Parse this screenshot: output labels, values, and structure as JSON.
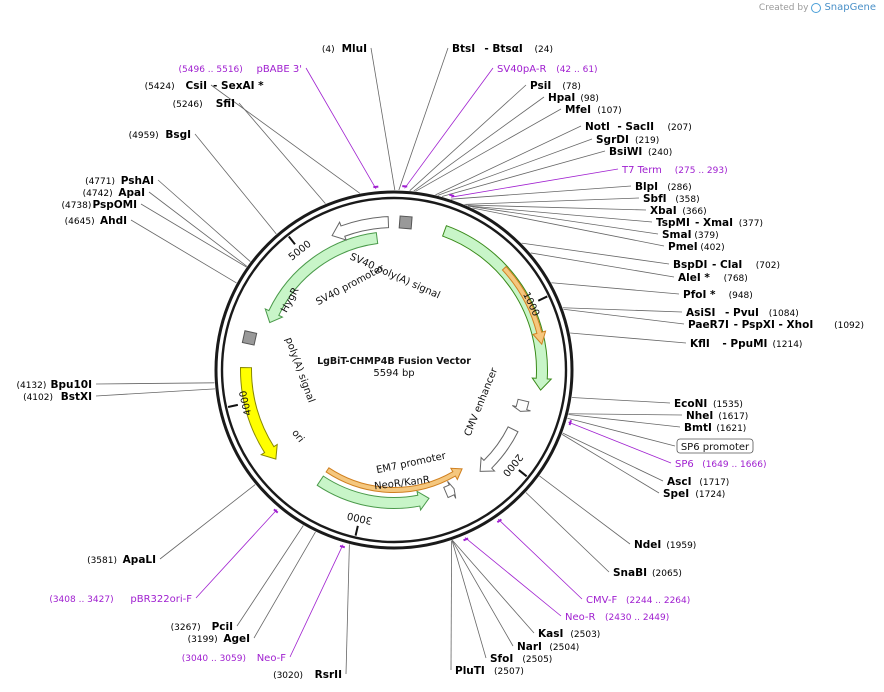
{
  "credit": {
    "prefix": "Created by",
    "brand": "SnapGene"
  },
  "plasmid": {
    "name": "LgBiT-CHMP4B Fusion Vector",
    "length_label": "5594 bp",
    "length": 5594
  },
  "ticks": [
    {
      "pos": 1000,
      "label": "1000"
    },
    {
      "pos": 2000,
      "label": "2000"
    },
    {
      "pos": 3000,
      "label": "3000"
    },
    {
      "pos": 4000,
      "label": "4000"
    },
    {
      "pos": 5000,
      "label": "5000"
    }
  ],
  "features": [
    {
      "id": "hygr",
      "label": "HygR",
      "start": 4520,
      "end": 5480,
      "strand": -1,
      "ring": 2,
      "fill": "#c8f5c8",
      "stroke": "#4a9a4a"
    },
    {
      "id": "sv40-promoter",
      "label": "SV40 promoter",
      "start": 5210,
      "end": 5560,
      "strand": -1,
      "ring": 1,
      "fill": "#ffffff",
      "stroke": "#666666"
    },
    {
      "id": "sv40-polya",
      "label": "SV40 poly(A) signal",
      "start": 30,
      "end": 110,
      "strand": 1,
      "ring": 1,
      "fill": "#999999",
      "stroke": "#555555",
      "kind": "box"
    },
    {
      "id": "polya",
      "label": "poly(A) signal",
      "start": 4360,
      "end": 4420,
      "strand": -1,
      "ring": 1,
      "fill": "#999999",
      "stroke": "#555555",
      "kind": "box"
    },
    {
      "id": "ori",
      "label": "ori",
      "start": 3620,
      "end": 4210,
      "strand": -1,
      "ring": 1,
      "fill": "#ffff00",
      "stroke": "#888800"
    },
    {
      "id": "neor",
      "label": "NeoR/KanR",
      "start": 2560,
      "end": 3320,
      "strand": -1,
      "ring": 2,
      "fill": "#c8f5c8",
      "stroke": "#4a9a4a"
    },
    {
      "id": "em7",
      "label": "EM7 promoter",
      "start": 2380,
      "end": 2440,
      "strand": -1,
      "ring": 2,
      "fill": "#ffffff",
      "stroke": "#666666"
    },
    {
      "id": "cmv-enh",
      "label": "CMV enhancer",
      "start": 1810,
      "end": 2170,
      "strand": 1,
      "ring": 2,
      "fill": "#ffffff",
      "stroke": "#666666"
    },
    {
      "id": "cmv-arrow",
      "label": "",
      "start": 1605,
      "end": 1680,
      "strand": 1,
      "ring": 2,
      "fill": "#ffffff",
      "stroke": "#666666"
    },
    {
      "id": "lgbit",
      "label": "",
      "start": 310,
      "end": 1520,
      "strand": 1,
      "ring": 1,
      "fill": "#c8f5c8",
      "stroke": "#3a8a1a"
    },
    {
      "id": "chmp4b",
      "label": "",
      "start": 735,
      "end": 1245,
      "strand": 1,
      "ring": 0,
      "fill": "#f5c77e",
      "stroke": "#d08020"
    },
    {
      "id": "neo-bottom",
      "label": "",
      "start": 2260,
      "end": 3320,
      "strand": -1,
      "ring": 3,
      "fill": "#f5c77e",
      "stroke": "#d08020"
    }
  ],
  "sites": [
    {
      "name": "MluI",
      "pos_label": "(4)",
      "pos": 4,
      "side": "left",
      "anchor": "MluI"
    },
    {
      "name": "BtsI",
      "extra": "- BtsαI",
      "pos_label": "(24)",
      "pos": 24,
      "side": "right"
    },
    {
      "name": "PsiI",
      "pos_label": "(78)",
      "pos": 78,
      "side": "right"
    },
    {
      "name": "HpaI",
      "pos_label": "(98)",
      "pos": 98,
      "side": "right"
    },
    {
      "name": "MfeI",
      "pos_label": "(107)",
      "pos": 107,
      "side": "right"
    },
    {
      "name": "NotI",
      "extra": "- SacII",
      "pos_label": "(207)",
      "pos": 207,
      "side": "right"
    },
    {
      "name": "SgrDI",
      "pos_label": "(219)",
      "pos": 219,
      "side": "right"
    },
    {
      "name": "BsiWI",
      "pos_label": "(240)",
      "pos": 240,
      "side": "right"
    },
    {
      "name": "BlpI",
      "pos_label": "(286)",
      "pos": 286,
      "side": "right"
    },
    {
      "name": "SbfI",
      "pos_label": "(358)",
      "pos": 358,
      "side": "right"
    },
    {
      "name": "XbaI",
      "pos_label": "(366)",
      "pos": 366,
      "side": "right"
    },
    {
      "name": "TspMI",
      "extra": "- XmaI",
      "pos_label": "(377)",
      "pos": 377,
      "side": "right"
    },
    {
      "name": "SmaI",
      "pos_label": "(379)",
      "pos": 379,
      "side": "right"
    },
    {
      "name": "PmeI",
      "pos_label": "(402)",
      "pos": 402,
      "side": "right"
    },
    {
      "name": "BspDI",
      "extra": "- ClaI",
      "pos_label": "(702)",
      "pos": 702,
      "side": "right"
    },
    {
      "name": "AleI *",
      "pos_label": "(768)",
      "pos": 768,
      "side": "right"
    },
    {
      "name": "PfoI *",
      "pos_label": "(948)",
      "pos": 948,
      "side": "right"
    },
    {
      "name": "AsiSI",
      "extra": "- PvuI",
      "pos_label": "(1084)",
      "pos": 1084,
      "side": "right"
    },
    {
      "name": "PaeR7I",
      "extra": "- PspXI  - XhoI",
      "pos_label": "(1092)",
      "pos": 1092,
      "side": "right"
    },
    {
      "name": "KflI",
      "extra": "- PpuMI",
      "pos_label": "(1214)",
      "pos": 1214,
      "side": "right"
    },
    {
      "name": "EcoNI",
      "pos_label": "(1535)",
      "pos": 1535,
      "side": "right"
    },
    {
      "name": "NheI",
      "pos_label": "(1617)",
      "pos": 1617,
      "side": "right"
    },
    {
      "name": "BmtI",
      "pos_label": "(1621)",
      "pos": 1621,
      "side": "right"
    },
    {
      "name": "AscI",
      "pos_label": "(1717)",
      "pos": 1717,
      "side": "right"
    },
    {
      "name": "SpeI",
      "pos_label": "(1724)",
      "pos": 1724,
      "side": "right"
    },
    {
      "name": "NdeI",
      "pos_label": "(1959)",
      "pos": 1959,
      "side": "right"
    },
    {
      "name": "SnaBI",
      "pos_label": "(2065)",
      "pos": 2065,
      "side": "right"
    },
    {
      "name": "KasI",
      "pos_label": "(2503)",
      "pos": 2503,
      "side": "right"
    },
    {
      "name": "NarI",
      "pos_label": "(2504)",
      "pos": 2504,
      "side": "right"
    },
    {
      "name": "SfoI",
      "pos_label": "(2505)",
      "pos": 2505,
      "side": "right"
    },
    {
      "name": "PluTI",
      "pos_label": "(2507)",
      "pos": 2507,
      "side": "right"
    },
    {
      "name": "RsrII",
      "pos_label": "(3020)",
      "pos": 3020,
      "side": "left"
    },
    {
      "name": "AgeI",
      "pos_label": "(3199)",
      "pos": 3199,
      "side": "left"
    },
    {
      "name": "PciI",
      "pos_label": "(3267)",
      "pos": 3267,
      "side": "left"
    },
    {
      "name": "ApaLI",
      "pos_label": "(3581)",
      "pos": 3581,
      "side": "left"
    },
    {
      "name": "BstXI",
      "pos_label": "(4102)",
      "pos": 4102,
      "side": "left"
    },
    {
      "name": "Bpu10I",
      "pos_label": "(4132)",
      "pos": 4132,
      "side": "left"
    },
    {
      "name": "AhdI",
      "pos_label": "(4645)",
      "pos": 4645,
      "side": "left"
    },
    {
      "name": "PspOMI",
      "pos_label": "(4738)",
      "pos": 4738,
      "side": "left"
    },
    {
      "name": "ApaI",
      "pos_label": "(4742)",
      "pos": 4742,
      "side": "left"
    },
    {
      "name": "PshAI",
      "pos_label": "(4771)",
      "pos": 4771,
      "side": "left"
    },
    {
      "name": "BsgI",
      "pos_label": "(4959)",
      "pos": 4959,
      "side": "left"
    },
    {
      "name": "SfiI",
      "pos_label": "(5246)",
      "pos": 5246,
      "side": "left"
    },
    {
      "name": "CsiI",
      "extra": "- SexAI *",
      "pos_label": "(5424)",
      "pos": 5424,
      "side": "left"
    }
  ],
  "primers": [
    {
      "name": "pBABE 3'",
      "range_label": "(5496 .. 5516)",
      "pos": 5506,
      "side": "left"
    },
    {
      "name": "SV40pA-R",
      "range_label": "(42 .. 61)",
      "pos": 52,
      "side": "right"
    },
    {
      "name": "T7 Term",
      "range_label": "(275 .. 293)",
      "pos": 284,
      "side": "right"
    },
    {
      "name": "SP6",
      "range_label": "(1649 .. 1666)",
      "pos": 1657,
      "side": "right"
    },
    {
      "name": "CMV-F",
      "range_label": "(2244 .. 2264)",
      "pos": 2254,
      "side": "right"
    },
    {
      "name": "Neo-R",
      "range_label": "(2430 .. 2449)",
      "pos": 2440,
      "side": "right"
    },
    {
      "name": "Neo-F",
      "range_label": "(3040 .. 3059)",
      "pos": 3050,
      "side": "left"
    },
    {
      "name": "pBR322ori-F",
      "range_label": "(3408 .. 3427)",
      "pos": 3418,
      "side": "left"
    }
  ],
  "promoter_box": {
    "label": "SP6 promoter"
  }
}
